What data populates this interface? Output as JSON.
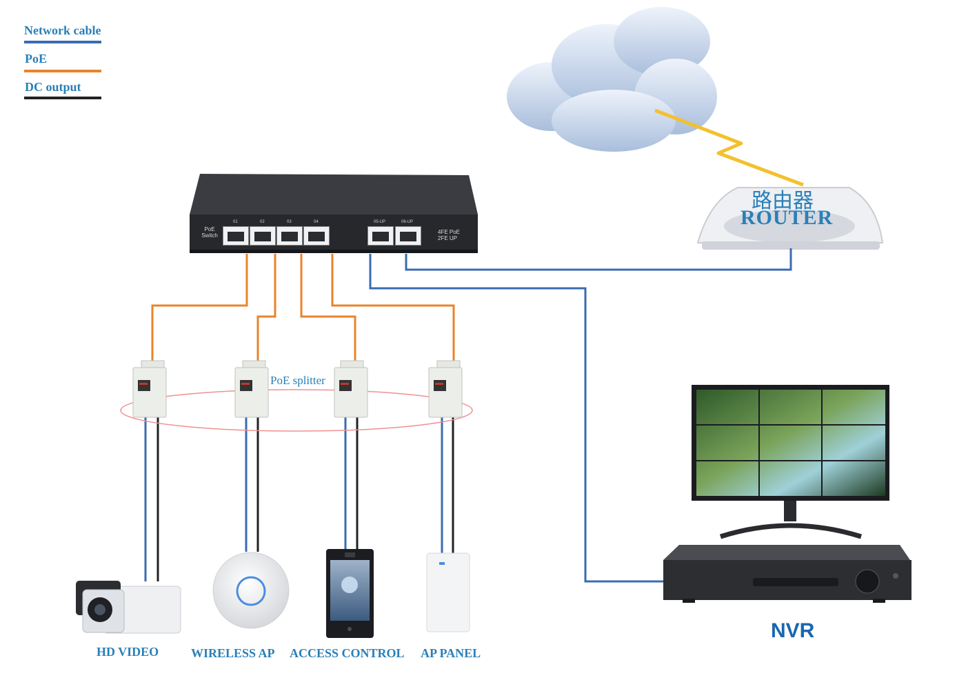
{
  "legend": [
    {
      "label": "Network cable",
      "color": "#3a6bb0"
    },
    {
      "label": "PoE",
      "color": "#e8832a"
    },
    {
      "label": "DC output",
      "color": "#222222"
    }
  ],
  "switch": {
    "side_label_line1": "PoE",
    "side_label_line2": "Switch",
    "port_labels": [
      "01",
      "02",
      "03",
      "04",
      "05-UP",
      "06-UP"
    ],
    "model_line1": "4FE PoE",
    "model_line2": "2FE UP"
  },
  "router": {
    "label_cn": "路由器",
    "label_en": "ROUTER"
  },
  "splitter_label": "PoE splitter",
  "devices": [
    {
      "label": "HD VIDEO"
    },
    {
      "label": "WIRELESS AP"
    },
    {
      "label": "ACCESS CONTROL"
    },
    {
      "label": "AP PANEL"
    }
  ],
  "nvr_label": "NVR",
  "colors": {
    "network": "#3a6bb0",
    "poe": "#e8832a",
    "dc": "#222222",
    "label": "#2a7fb8",
    "lightning": "#f2c12e",
    "ring": "#f09090"
  }
}
